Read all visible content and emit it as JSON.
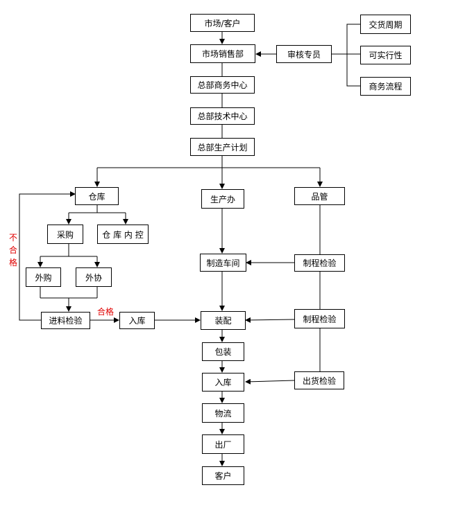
{
  "nodes": {
    "market_customer": "市场/客户",
    "market_sales": "市场销售部",
    "review_specialist": "审核专员",
    "delivery_period": "交货周期",
    "feasibility": "可实行性",
    "business_process": "商务流程",
    "hq_business_center": "总部商务中心",
    "hq_tech_center": "总部技术中心",
    "hq_production_plan": "总部生产计划",
    "warehouse": "仓库",
    "production_office": "生产办",
    "quality_control": "品管",
    "purchasing": "采购",
    "warehouse_internal_control": "仓 库 内 控",
    "manufacturing_workshop": "制造车间",
    "process_inspection_1": "制程检验",
    "outsourced_purchase": "外购",
    "outsourced_coop": "外协",
    "incoming_inspection": "进料检验",
    "stock_in_1": "入库",
    "assembly": "装配",
    "process_inspection_2": "制程检验",
    "packaging": "包装",
    "stock_in_2": "入库",
    "shipment_inspection": "出货检验",
    "logistics": "物流",
    "factory_exit": "出厂",
    "customer": "客户"
  },
  "labels": {
    "qualified": "合格",
    "unqualified": [
      "不",
      "合",
      "格"
    ]
  },
  "colors": {
    "line": "#000000",
    "label_red": "#e00000"
  }
}
